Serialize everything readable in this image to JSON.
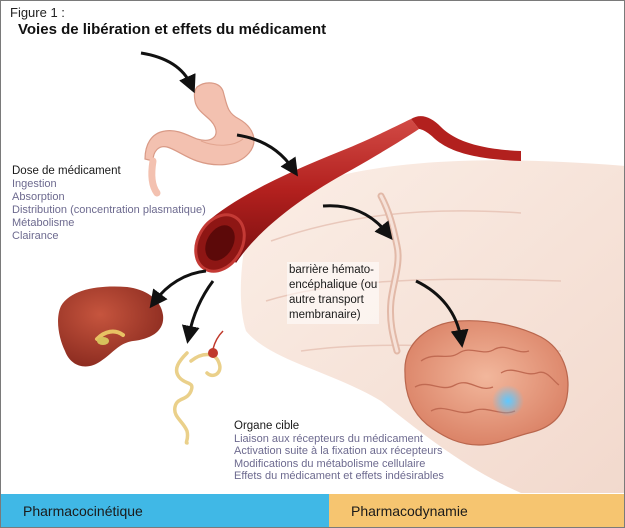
{
  "figure": {
    "label": "Figure 1 :",
    "title": "Voies de libération et effets du médicament"
  },
  "dose": {
    "heading": "Dose de médicament",
    "items": [
      "Ingestion",
      "Absorption",
      "Distribution (concentration plasmatique)",
      "Métabolisme",
      "Clairance"
    ]
  },
  "barrier": {
    "lines": [
      "barrière hémato-",
      "encéphalique (ou",
      "autre transport",
      "membranaire)"
    ]
  },
  "target": {
    "heading": "Organe cible",
    "items": [
      "Liaison aux récepteurs du médicament",
      "Activation suite à la fixation aux récepteurs",
      "Modifications du métabolisme cellulaire",
      "Effets du médicament et effets indésirables"
    ]
  },
  "footer": {
    "pharmacokinetics": "Pharmacocinétique",
    "pharmacodynamics": "Pharmacodynamie"
  },
  "colors": {
    "pharmacokinetics_band": "#40b8e6",
    "pharmacodynamics_band": "#f6c570",
    "list_text": "#6d6a8f"
  }
}
